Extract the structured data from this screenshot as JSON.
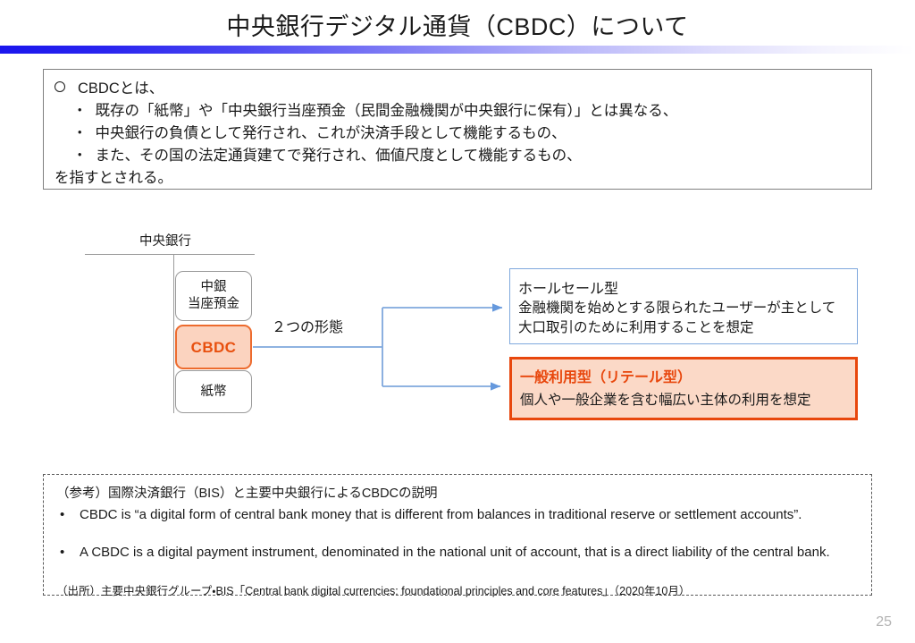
{
  "slide": {
    "title": "中央銀行デジタル通貨（CBDC）について",
    "page_number": "25",
    "accent_blue": "#1a16ee",
    "accent_orange": "#e8470d",
    "cbdc_fill": "#fbd3bf",
    "wholesale_border": "#7fa8dd"
  },
  "definition": {
    "lead": "CBDCとは、",
    "bullets": [
      "既存の「紙幣」や「中央銀行当座預金（民間金融機関が中央銀行に保有）」とは異なる、",
      "中央銀行の負債として発行され、これが決済手段として機能するもの、",
      "また、その国の法定通貨建てで発行され、価値尺度として機能するもの、"
    ],
    "closing": "を指すとされる。",
    "circle_marker": "circle-marker",
    "bullet_marker": "・"
  },
  "diagram": {
    "t_account_label": "中央銀行",
    "liabilities": [
      {
        "label_line1": "中銀",
        "label_line2": "当座預金",
        "name": "reserve-deposits"
      },
      {
        "label_line1": "CBDC",
        "label_line2": "",
        "name": "cbdc"
      },
      {
        "label_line1": "紙幣",
        "label_line2": "",
        "name": "banknotes"
      }
    ],
    "connector_label": "２つの形態",
    "types": [
      {
        "name": "wholesale",
        "title": "ホールセール型",
        "body_line1": "金融機関を始めとする限られたユーザーが主として",
        "body_line2": "大口取引のために利用することを想定"
      },
      {
        "name": "retail",
        "title": "一般利用型（リテール型）",
        "body_line1": "個人や一般企業を含む幅広い主体の利用を想定",
        "body_line2": ""
      }
    ]
  },
  "reference": {
    "heading": "（参考）国際決済銀行（BIS）と主要中央銀行によるCBDCの説明",
    "bullet_marker": "•",
    "items": [
      "CBDC is “a digital form of central bank money that is different from balances in traditional reserve or settlement accounts”.",
      "A CBDC is a digital payment instrument, denominated in the national unit of account, that is a direct liability of the central bank."
    ],
    "source": "（出所）主要中央銀行グループ・BIS「Central bank digital currencies: foundational principles and core features」（2020年10月）"
  }
}
